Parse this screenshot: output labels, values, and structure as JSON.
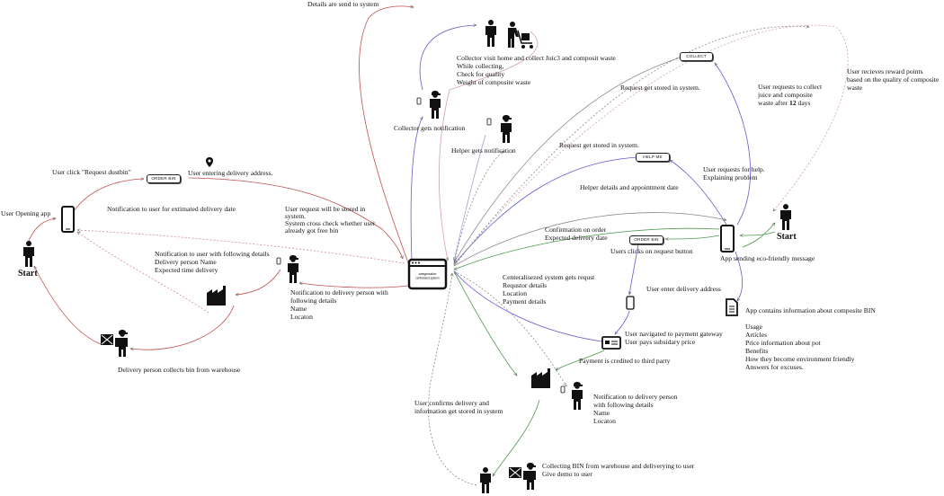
{
  "labels": {
    "details_sent": "Details are send to system",
    "collector_visit": [
      "Collector visit home and collect Juic3 and composit waste",
      "While collecting,",
      "Check for quality",
      "Weight of composite waste"
    ],
    "collector_notif": "Collector gets notification",
    "helper_notif": "Helper gets notification",
    "req_stored_1": "Request get stored in system.",
    "req_stored_2": "Request get stored in system.",
    "user_requests_collect": [
      "User requests to collect",
      "juice and composite"
    ],
    "waste_after": "waste after",
    "days_num": "12",
    "days_unit": "days",
    "reward": [
      "User recieves reward points",
      "based on the quality of composite",
      "waste"
    ],
    "user_click_dustbin": "User click \"Request dustbin\"",
    "user_entering_address": "User entering delivery address.",
    "user_opening_app": "User Opening app",
    "notif_est_date": "Notification to user for extimated delivery date",
    "start_left": "Start",
    "start_right": "Start",
    "req_stored_cross": [
      "User request will be stored in",
      "system.",
      "System cross check whether user",
      "already got free bin"
    ],
    "notif_user_details": [
      "Notification to user with following details",
      "Delivery person Name",
      "Expected time delivery"
    ],
    "notif_delivery_person": [
      "Notification to delivery person with",
      "following details",
      "Name",
      "Locaton"
    ],
    "delivery_collects": "Delivery person collects bin from warehouse",
    "helper_details": "Helper details and appointment date",
    "user_req_help": [
      "User requests for help.",
      "Explaining problem"
    ],
    "confirmation": [
      "Confirmation on order",
      "Expected delivery date"
    ],
    "clicks_request": "Users clicks on request button",
    "eco_message": "App sending eco-friendly message",
    "central_gets": [
      "Centeralisezed system gets requst",
      "Requstor details",
      "Location",
      "Payment details"
    ],
    "user_enter_address": "User enter delivery address",
    "app_contains": "App contains information about composite BIN",
    "info_list": [
      "Usage",
      "Articles",
      "Price information about pot",
      "Benefits",
      "How they become environment friendly",
      "Answers for excuses."
    ],
    "payment_gateway": [
      "User navigated to payment gateway",
      "User pays subsidary price"
    ],
    "payment_credited": "Payment is credited to third party",
    "notif_delivery_person_2": [
      "Notification to delivery person",
      "with following details",
      "Name",
      "Locaton"
    ],
    "user_confirms": [
      "User confirms delivery and",
      "information get stored in system"
    ],
    "collecting_bin": [
      "Collecting BIN from warehouse and deliverying to user",
      "Give demo to user"
    ]
  },
  "pills": {
    "collect": "COLLECT",
    "help_me": "HELP ME",
    "order_bin_left": "ORDER BIN",
    "order_bin_right": "ORDER BIN"
  },
  "central": {
    "line1": "categorization",
    "line2": "centralized system"
  },
  "colors": {
    "red": "#c0504d",
    "purple": "#6a5acd",
    "green": "#4f9a4f",
    "gray": "#8a8a8a",
    "lightred": "#d98a8a",
    "lightpurple": "#a7a0d0",
    "pink": "#d4a0b0"
  },
  "icons": [
    "person-icon",
    "phone-icon",
    "factory-icon",
    "delivery-person-icon",
    "system-window-icon",
    "location-pin-icon",
    "card-icon",
    "document-icon",
    "collector-icon",
    "cart-person-icon"
  ]
}
